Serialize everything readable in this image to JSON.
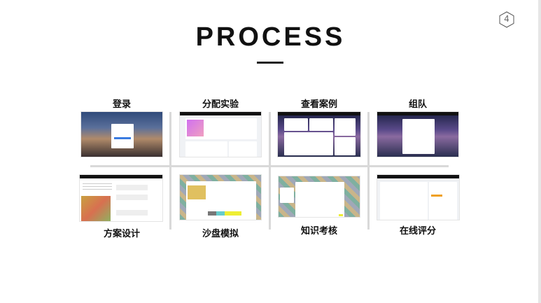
{
  "title": "PROCESS",
  "page_number": "4",
  "steps": [
    {
      "label": "登录"
    },
    {
      "label": "分配实验"
    },
    {
      "label": "查看案例"
    },
    {
      "label": "组队"
    },
    {
      "label": "方案设计"
    },
    {
      "label": "沙盘模拟"
    },
    {
      "label": "知识考核"
    },
    {
      "label": "在线评分"
    }
  ]
}
